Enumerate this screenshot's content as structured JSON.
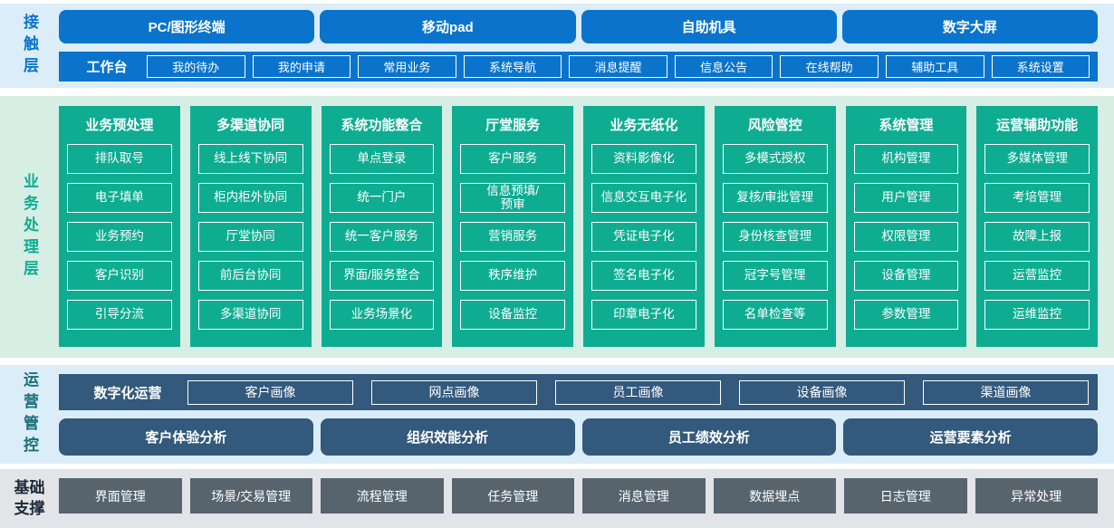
{
  "colors": {
    "blue": "#0a74cc",
    "green": "#0ead92",
    "dark_blue": "#33597c",
    "dark_gray": "#57646e",
    "band_light_blue": "#dbedf8",
    "band_light_green": "#d7eee5",
    "band_light_gray": "#e2e4e7",
    "ops_label_teal": "#1a6e78",
    "foundation_label_navy": "#1c2a38"
  },
  "contact_layer": {
    "label": "接触层",
    "terminals": [
      "PC/图形终端",
      "移动pad",
      "自助机具",
      "数字大屏"
    ],
    "workbench": {
      "label": "工作台",
      "items": [
        "我的待办",
        "我的申请",
        "常用业务",
        "系统导航",
        "消息提醒",
        "信息公告",
        "在线帮助",
        "辅助工具",
        "系统设置"
      ]
    }
  },
  "business_layer": {
    "label": "业务处理层",
    "columns": [
      {
        "title": "业务预处理",
        "items": [
          "排队取号",
          "电子填单",
          "业务预约",
          "客户识别",
          "引导分流"
        ]
      },
      {
        "title": "多渠道协同",
        "items": [
          "线上线下协同",
          "柜内柜外协同",
          "厅堂协同",
          "前后台协同",
          "多渠道协同"
        ]
      },
      {
        "title": "系统功能整合",
        "items": [
          "单点登录",
          "统一门户",
          "统一客户服务",
          "界面/服务整合",
          "业务场景化"
        ]
      },
      {
        "title": "厅堂服务",
        "items": [
          "客户服务",
          "信息预填/\n预审",
          "营销服务",
          "秩序维护",
          "设备监控"
        ]
      },
      {
        "title": "业务无纸化",
        "items": [
          "资料影像化",
          "信息交互电子化",
          "凭证电子化",
          "签名电子化",
          "印章电子化"
        ]
      },
      {
        "title": "风险管控",
        "items": [
          "多模式授权",
          "复核/审批管理",
          "身份核查管理",
          "冠字号管理",
          "名单检查等"
        ]
      },
      {
        "title": "系统管理",
        "items": [
          "机构管理",
          "用户管理",
          "权限管理",
          "设备管理",
          "参数管理"
        ]
      },
      {
        "title": "运营辅助功能",
        "items": [
          "多媒体管理",
          "考培管理",
          "故障上报",
          "运营监控",
          "运维监控"
        ]
      }
    ]
  },
  "operations_layer": {
    "label": "运营管控",
    "digital_ops": {
      "label": "数字化运营",
      "items": [
        "客户画像",
        "网点画像",
        "员工画像",
        "设备画像",
        "渠道画像"
      ]
    },
    "analysis": [
      "客户体验分析",
      "组织效能分析",
      "员工绩效分析",
      "运营要素分析"
    ]
  },
  "foundation_layer": {
    "label": "基础\n支撑",
    "items": [
      "界面管理",
      "场景/交易管理",
      "流程管理",
      "任务管理",
      "消息管理",
      "数据埋点",
      "日志管理",
      "异常处理"
    ]
  }
}
